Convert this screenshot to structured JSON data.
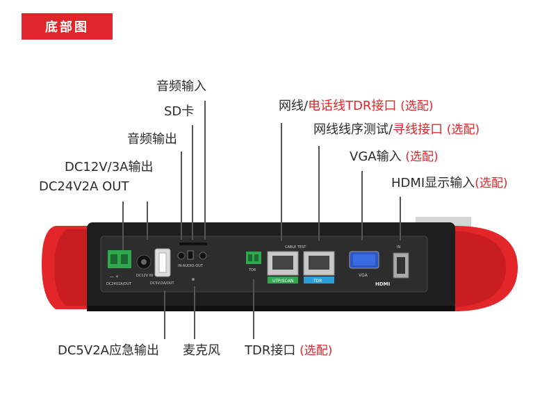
{
  "header": {
    "title": "底部图"
  },
  "labels": {
    "audio_in": "音频输入",
    "sd_card": "SD卡",
    "audio_out": "音频输出",
    "dc12v": "DC12V/3A输出",
    "dc24v": "DC24V2A OUT",
    "network_pre": "网线/",
    "network_hl": "电话线TDR接口",
    "network_opt": "(选配)",
    "wire_seq_pre": "网线线序测试/",
    "wire_seq_hl": "寻线接口",
    "wire_seq_opt": "(选配)",
    "vga_pre": "VGA输入",
    "vga_opt": "(选配)",
    "hdmi_pre": "HDMI显示输入",
    "hdmi_opt": "(选配)",
    "dc5v": "DC5V2A应急输出",
    "mic": "麦克风",
    "tdr_pre": "TDR接口",
    "tdr_opt": "(选配)"
  },
  "panel": {
    "dc24_out": "DC24V2A/OUT",
    "dc12_in": "DC12V IN",
    "dc5_out": "DC5V/2A/OUT",
    "audio": "IN-AUDIO-OUT",
    "tdr": "TDR",
    "cable_test": "CABLE TEST",
    "utp_scan": "UTP/SCAN",
    "tdr_port": "TDR",
    "vga": "VGA",
    "in": "IN",
    "hdmi": "HDMI"
  },
  "colors": {
    "accent": "#e0262a",
    "green_tag": "#2fa84f",
    "blue_tag": "#2a9fd8"
  }
}
